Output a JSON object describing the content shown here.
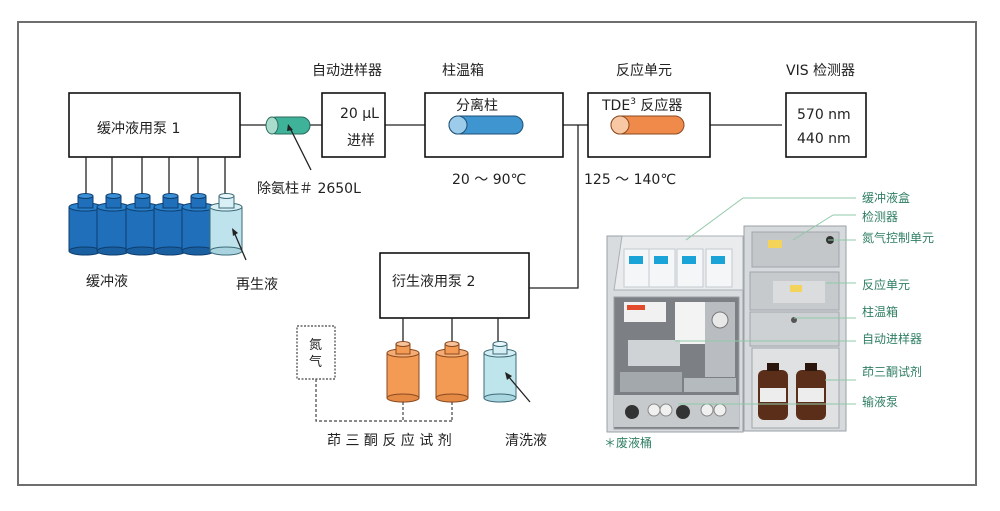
{
  "diagram": {
    "top_labels": {
      "autosampler": "自动进样器",
      "column_oven": "柱温箱",
      "reaction_unit": "反应单元",
      "detector": "VIS 检测器"
    },
    "pump1": {
      "label": "缓冲液用泵 1"
    },
    "ammonia_column": {
      "label": "除氨柱＃ 2650L",
      "color": "#3fb39a"
    },
    "autosampler_box": {
      "line1": "20 μL",
      "line2": "进样"
    },
    "column_box": {
      "label": "分离柱",
      "temp": "20 ～ 90℃",
      "color": "#3f95d0"
    },
    "reactor_box": {
      "label_prefix": "TDE",
      "label_sup": "3",
      "label_suffix": " 反应器",
      "temp": "125 ～ 140℃",
      "color": "#f08a4b"
    },
    "detector_box": {
      "line1": "570 nm",
      "line2": "440 nm"
    },
    "buffer_bottles": {
      "label": "缓冲液",
      "count": 5,
      "color": "#1f6fba"
    },
    "regen_bottle": {
      "label": "再生液",
      "color": "#bfe3ec"
    },
    "pump2": {
      "label": "衍生液用泵 2"
    },
    "nitrogen_box": {
      "line1": "氮",
      "line2": "气"
    },
    "ninhydrin_bottles": {
      "label": "茚 三 酮 反 应 试 剂",
      "color": "#f39a55"
    },
    "wash_bottle": {
      "label": "清洗液",
      "color": "#bfe5ec"
    }
  },
  "photo": {
    "callouts": [
      "缓冲液盒",
      "检测器",
      "氮气控制单元",
      "反应单元",
      "柱温箱",
      "自动进样器",
      "茚三酮试剂",
      "输液泵"
    ],
    "footnote": "＊废液桶",
    "label_color": "#2f7f62"
  }
}
